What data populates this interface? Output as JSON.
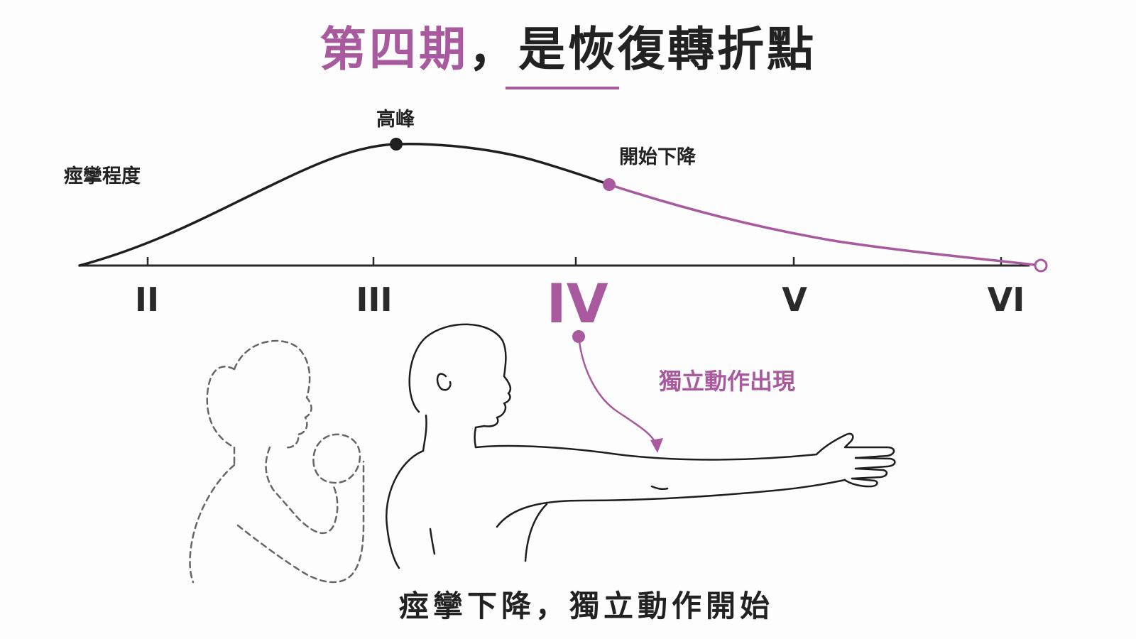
{
  "title": {
    "accent": "第四期",
    "separator": "，",
    "main": "是恢復轉折點"
  },
  "y_axis_label": "痙攣程度",
  "curve": {
    "peak_label": "高峰",
    "decline_label": "開始下降",
    "stages": [
      "II",
      "III",
      "IV",
      "V",
      "VI"
    ],
    "active_stage": "IV"
  },
  "annotation": {
    "text": "獨立動作出現"
  },
  "caption": "痙攣下降，獨立動作開始",
  "colors": {
    "accent": "#a95a9e",
    "ink": "#222222",
    "figure_outline": "#1e1e1e",
    "figure_dashed": "#666666",
    "background": "#fdfdfd"
  },
  "icons": {
    "figure_past": "dashed-person-fist-icon",
    "figure_current": "person-arm-extended-icon"
  }
}
